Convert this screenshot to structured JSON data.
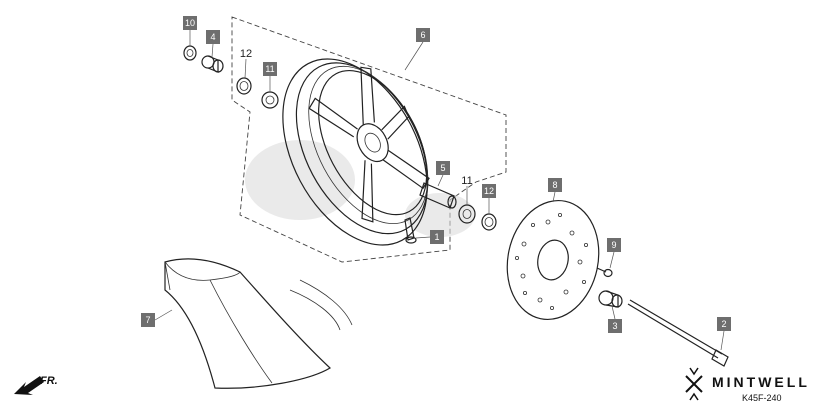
{
  "callouts": [
    {
      "id": "10",
      "label": "10"
    },
    {
      "id": "4",
      "label": "4"
    },
    {
      "id": "11a",
      "label": "11"
    },
    {
      "id": "6",
      "label": "6"
    },
    {
      "id": "5",
      "label": "5"
    },
    {
      "id": "12b",
      "label": "12"
    },
    {
      "id": "1",
      "label": "1"
    },
    {
      "id": "8",
      "label": "8"
    },
    {
      "id": "9",
      "label": "9"
    },
    {
      "id": "3",
      "label": "3"
    },
    {
      "id": "2",
      "label": "2"
    },
    {
      "id": "7",
      "label": "7"
    }
  ],
  "plain_labels": [
    {
      "id": "12a",
      "label": "12"
    },
    {
      "id": "11b",
      "label": "11"
    }
  ],
  "direction_label": "FR.",
  "brand": "MINTWELL",
  "diagram_code": "K45F-240"
}
